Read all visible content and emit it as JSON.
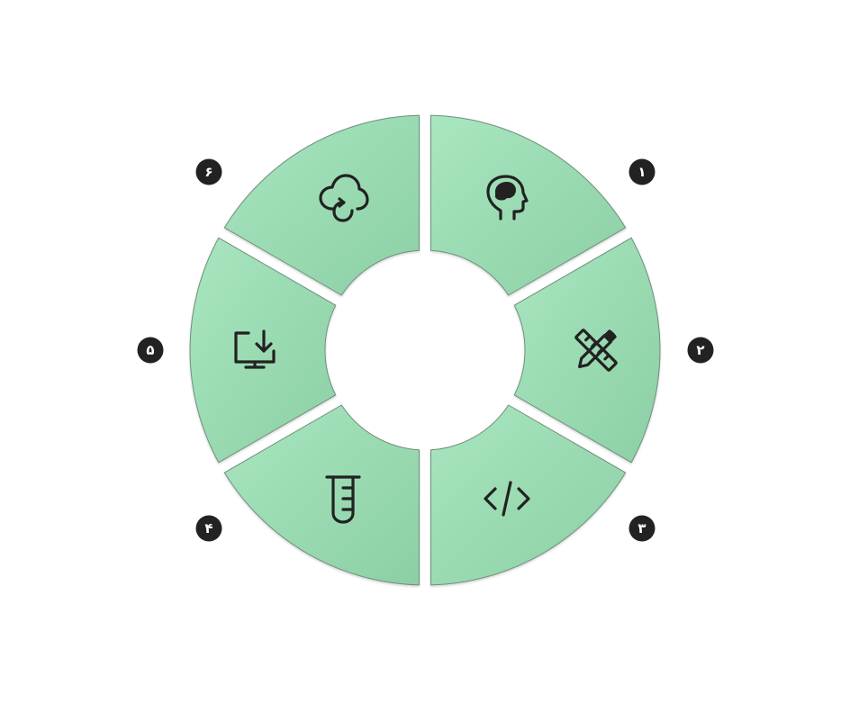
{
  "diagram": {
    "type": "cycle",
    "colors": {
      "segment_fill_light": "#a8e6bf",
      "segment_fill_dark": "#8ccfa5",
      "segment_outline": "#6f8f7c",
      "badge_fill": "#222222",
      "icon_color": "#222222"
    },
    "segments": [
      {
        "number": "۱",
        "icon": "head-brain-icon"
      },
      {
        "number": "۲",
        "icon": "ruler-pencil-icon"
      },
      {
        "number": "۳",
        "icon": "code-icon"
      },
      {
        "number": "۴",
        "icon": "test-tube-icon"
      },
      {
        "number": "۵",
        "icon": "monitor-download-icon"
      },
      {
        "number": "۶",
        "icon": "cloud-sync-icon"
      }
    ]
  }
}
